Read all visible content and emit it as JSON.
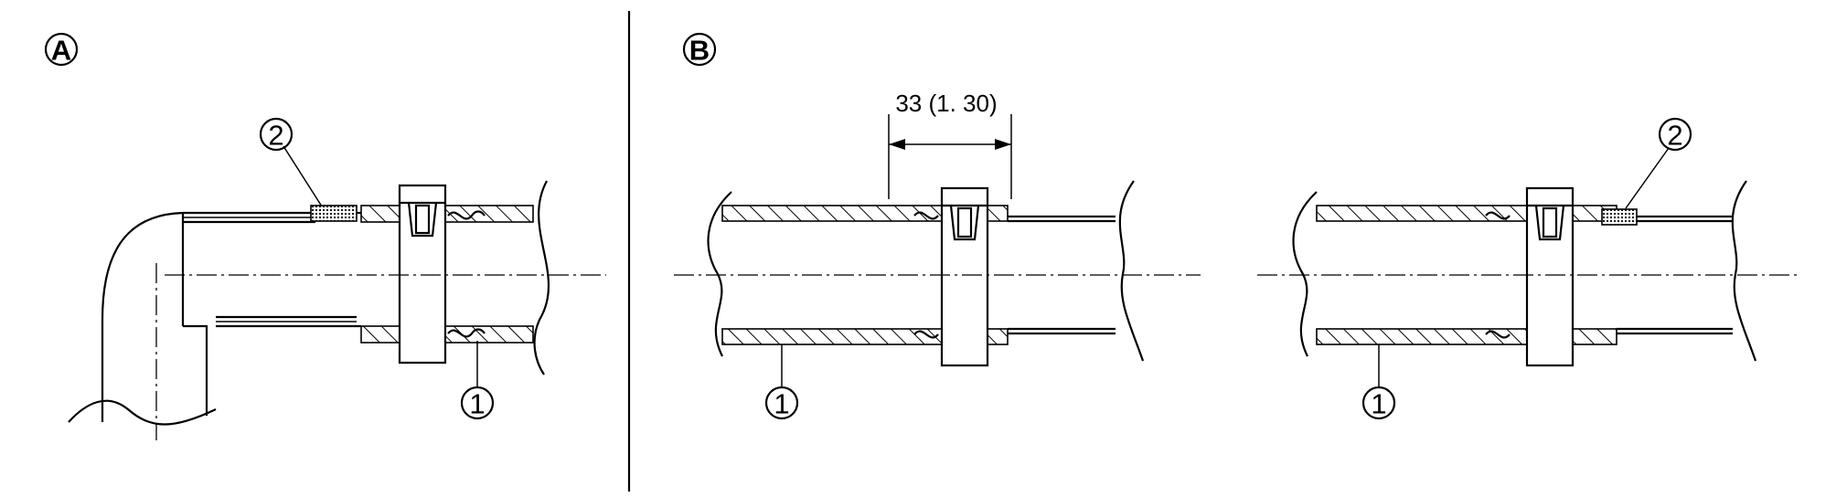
{
  "panels": {
    "a": {
      "label": "A"
    },
    "b": {
      "label": "B"
    }
  },
  "callouts": {
    "hose": "1",
    "marker": "2"
  },
  "dimension": {
    "text": "33 (1. 30)"
  },
  "colors": {
    "line": "#000000",
    "background": "#ffffff"
  }
}
